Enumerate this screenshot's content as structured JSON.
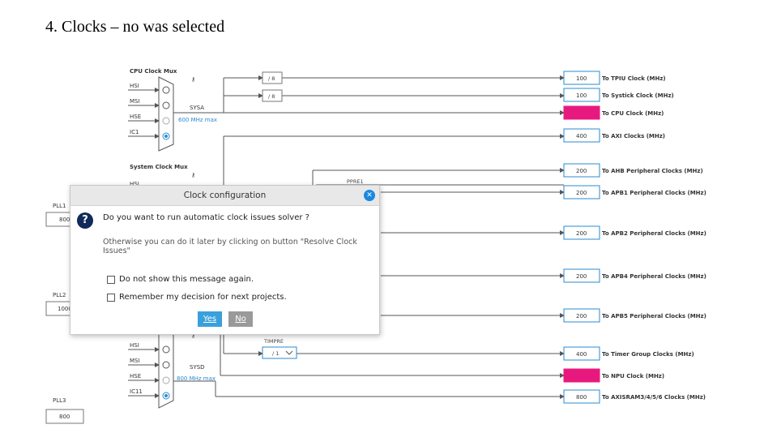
{
  "heading": "4. Clocks – no was selected",
  "cpu_mux": {
    "title": "CPU Clock Mux",
    "inputs": [
      "HSI",
      "MSI",
      "HSE",
      "IC1"
    ],
    "output_label": "SYSA",
    "max_label": "600 MHz max"
  },
  "system_mux": {
    "title": "System Clock Mux",
    "inputs_partial": "HSI"
  },
  "lower_mux": {
    "inputs": [
      "HSI",
      "MSI",
      "HSE",
      "IC11"
    ],
    "output_label": "SYSD",
    "max_label": "800 MHz max"
  },
  "plls": [
    {
      "label": "PLL1",
      "value": "800"
    },
    {
      "label": "PLL2",
      "value": "1000"
    },
    {
      "label": "PLL3",
      "value": "800"
    }
  ],
  "dividers": {
    "tpiu": "/ 8",
    "systick": "/ 8",
    "ppre1": "PPRE1",
    "timpre_label": "TIMPRE",
    "timpre_value": "/ 1"
  },
  "outputs": [
    {
      "value": "100",
      "label": "To TPIU Clock (MHz)",
      "highlight": false
    },
    {
      "value": "100",
      "label": "To Systick Clock (MHz)",
      "highlight": false
    },
    {
      "value": "",
      "label": "To CPU Clock (MHz)",
      "highlight": true
    },
    {
      "value": "400",
      "label": "To AXI Clocks (MHz)",
      "highlight": false
    },
    {
      "value": "200",
      "label": "To AHB Peripheral Clocks (MHz)",
      "highlight": false
    },
    {
      "value": "200",
      "label": "To APB1 Peripheral Clocks (MHz)",
      "highlight": false
    },
    {
      "value": "200",
      "label": "To APB2 Peripheral Clocks (MHz)",
      "highlight": false
    },
    {
      "value": "200",
      "label": "To APB4 Peripheral Clocks (MHz)",
      "highlight": false
    },
    {
      "value": "200",
      "label": "To APB5 Peripheral Clocks (MHz)",
      "highlight": false
    },
    {
      "value": "400",
      "label": "To Timer Group Clocks (MHz)",
      "highlight": false
    },
    {
      "value": "",
      "label": "To NPU Clock (MHz)",
      "highlight": true
    },
    {
      "value": "800",
      "label": "To AXISRAM3/4/5/6 Clocks (MHz)",
      "highlight": false
    }
  ],
  "colors": {
    "line": "#555555",
    "box_border": "#2a8bd1",
    "highlight": "#e8197e",
    "mux_fill": "#ffffff",
    "selected_radio": "#2a8bd1"
  },
  "dialog": {
    "title": "Clock configuration",
    "question": "Do you want to run automatic clock issues solver ?",
    "hint": "Otherwise you can do it later by clicking on button \"Resolve Clock Issues\"",
    "checkbox1": "Do not show this message again.",
    "checkbox2": "Remember my decision for next projects.",
    "yes": "Yes",
    "no": "No",
    "close_icon": "close-icon",
    "question_icon": "question-icon"
  }
}
